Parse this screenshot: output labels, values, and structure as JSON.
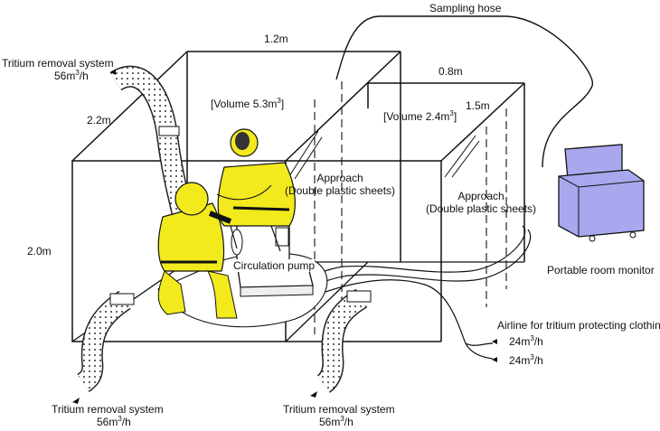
{
  "labels": {
    "sampling_hose": "Sampling  hose",
    "dim_top": "1.2m",
    "dim_right_top": "0.8m",
    "dim_right_depth": "1.5m",
    "dim_left_depth": "2.2m",
    "dim_height": "2.0m",
    "volume_main_prefix": "[Volume 5.3m",
    "volume_main_exp": "3",
    "volume_main_suffix": "]",
    "volume_small_prefix": "[Volume 2.4m",
    "volume_small_exp": "3",
    "volume_small_suffix": "]",
    "approach_1_line1": "Approach",
    "approach_1_line2": "(Double plastic sheets)",
    "approach_2_line1": "Approach",
    "approach_2_line2": "(Double plastic sheets)",
    "circulation_pump": "Circulation pump",
    "portable_room_monitor": "Portable room monitor",
    "airline": "Airline for tritium protecting clothing",
    "airline_flow_1_prefix": "24m",
    "airline_flow_1_exp": "3",
    "airline_flow_1_suffix": "/h",
    "airline_flow_2_prefix": "24m",
    "airline_flow_2_exp": "3",
    "airline_flow_2_suffix": "/h",
    "trs_top_name": "Tritium removal system",
    "trs_top_flow_prefix": "56m",
    "trs_top_flow_exp": "3",
    "trs_top_flow_suffix": "/h",
    "trs_bottom_left_name": "Tritium removal system",
    "trs_bottom_left_flow_prefix": "56m",
    "trs_bottom_left_flow_exp": "3",
    "trs_bottom_left_flow_suffix": "/h",
    "trs_bottom_mid_name": "Tritium removal system",
    "trs_bottom_mid_flow_prefix": "56m",
    "trs_bottom_mid_flow_exp": "3",
    "trs_bottom_mid_flow_suffix": "/h"
  },
  "colors": {
    "suit": "#f2ea1d",
    "monitor": "#a9a8ee",
    "line": "#111111"
  },
  "icons": [
    "arrow-left-icon",
    "arrow-down-left-icon"
  ]
}
